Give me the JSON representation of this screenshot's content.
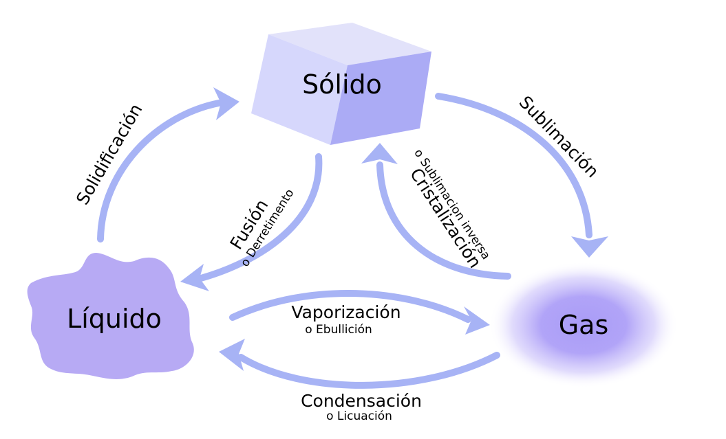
{
  "states": {
    "solid": "Sólido",
    "liquid": "Líquido",
    "gas": "Gas"
  },
  "processes": {
    "solidification": {
      "label": "Solidificación"
    },
    "fusion": {
      "label": "Fusión",
      "sub": "o Derretimento"
    },
    "sublimation": {
      "label": "Sublimación"
    },
    "crystallization": {
      "label": "Cristalización",
      "sub": "o Sublimacion inversa"
    },
    "vaporization": {
      "label": "Vaporización",
      "sub": "o Ebullición"
    },
    "condensation": {
      "label": "Condensación",
      "sub": "o Licuación"
    }
  },
  "colors": {
    "arrow": "#a7b3f5",
    "cube_top": "#e2e2fa",
    "cube_left": "#d6d7fc",
    "cube_right": "#ababf5",
    "liquid": "#b7aaf4",
    "gas": "#a99cf7"
  }
}
